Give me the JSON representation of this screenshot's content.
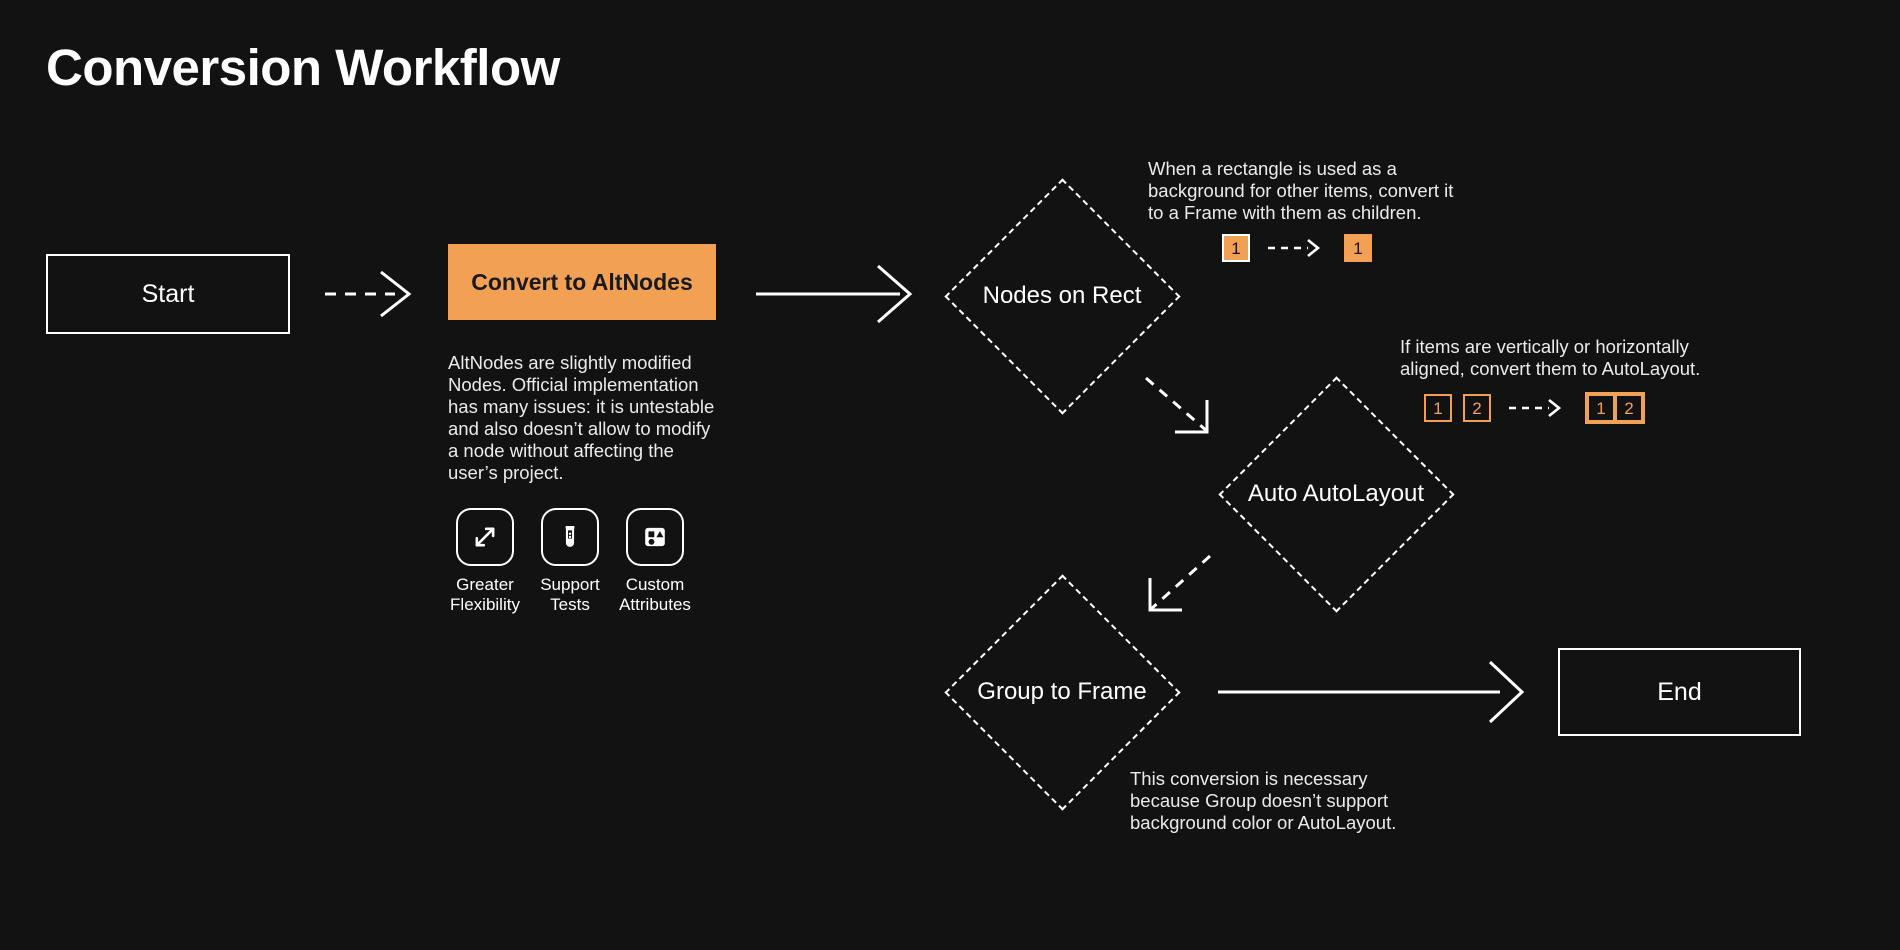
{
  "page": {
    "title": "Conversion Workflow",
    "background_color": "#121212",
    "accent_color": "#F2A154",
    "text_color": "#ffffff"
  },
  "flow": {
    "nodes": [
      {
        "id": "start",
        "type": "terminal",
        "label": "Start"
      },
      {
        "id": "convert",
        "type": "process",
        "label": "Convert to AltNodes"
      },
      {
        "id": "nodes_on_rect",
        "type": "decision",
        "label": "Nodes on Rect"
      },
      {
        "id": "auto_autolayout",
        "type": "decision",
        "label": "Auto AutoLayout"
      },
      {
        "id": "group_to_frame",
        "type": "decision",
        "label": "Group to Frame"
      },
      {
        "id": "end",
        "type": "terminal",
        "label": "End"
      }
    ],
    "edges": [
      {
        "from": "start",
        "to": "convert",
        "style": "dashed",
        "direction": "right"
      },
      {
        "from": "convert",
        "to": "nodes_on_rect",
        "style": "solid",
        "direction": "right"
      },
      {
        "from": "nodes_on_rect",
        "to": "auto_autolayout",
        "style": "dashed",
        "direction": "down-right"
      },
      {
        "from": "auto_autolayout",
        "to": "group_to_frame",
        "style": "dashed",
        "direction": "down-left"
      },
      {
        "from": "group_to_frame",
        "to": "end",
        "style": "solid",
        "direction": "right"
      }
    ]
  },
  "convert_detail": {
    "description": "AltNodes are slightly modified Nodes. Official implementation has many issues: it is untestable and also doesn’t allow to modify a node without affecting the user’s project.",
    "features": [
      {
        "icon": "expand-arrows-icon",
        "caption": "Greater Flexibility"
      },
      {
        "icon": "test-tube-icon",
        "caption": "Support Tests"
      },
      {
        "icon": "shapes-icon",
        "caption": "Custom Attributes"
      }
    ]
  },
  "annotations": {
    "nodes_on_rect": {
      "text": "When a rectangle is used as a background for other items, convert it to a Frame with them as children.",
      "before": [
        {
          "label": "1",
          "style": "filled-bordered"
        }
      ],
      "after": [
        {
          "label": "1",
          "style": "filled-plain"
        }
      ],
      "after_grouped": false
    },
    "auto_autolayout": {
      "text": "If items are vertically or horizontally aligned, convert them to AutoLayout.",
      "before": [
        {
          "label": "1",
          "style": "outlined"
        },
        {
          "label": "2",
          "style": "outlined"
        }
      ],
      "after": [
        {
          "label": "1",
          "style": "outlined"
        },
        {
          "label": "2",
          "style": "outlined"
        }
      ],
      "after_grouped": true
    },
    "group_to_frame": {
      "text": "This conversion is necessary because Group doesn’t support background color or AutoLayout."
    }
  }
}
